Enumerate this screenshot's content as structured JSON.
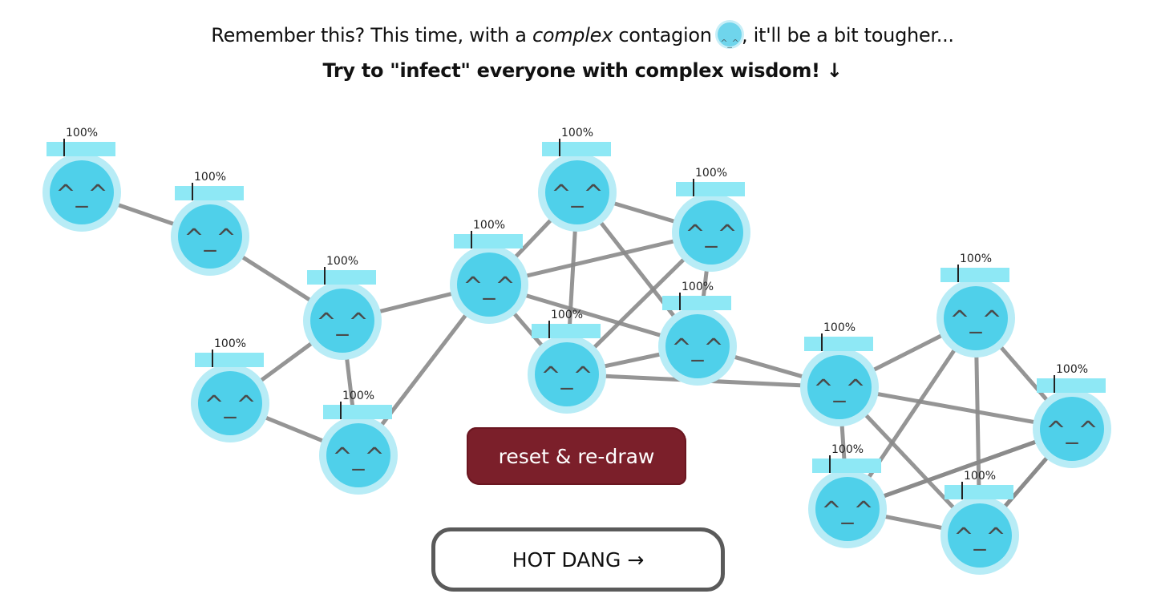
{
  "intro": {
    "line1_before": "Remember this? This time, with a ",
    "line1_emph": "complex",
    "line1_middle": " contagion ",
    "line1_after": ", it'll be a bit tougher...",
    "line2": "Try to \"infect\" everyone with complex wisdom! ↓"
  },
  "nodes": [
    {
      "id": "n1",
      "face": "^_^",
      "label": "100%",
      "infected": 1.0
    },
    {
      "id": "n2",
      "face": "^_^",
      "label": "100%",
      "infected": 1.0
    },
    {
      "id": "n3",
      "face": "^_^",
      "label": "100%",
      "infected": 1.0
    },
    {
      "id": "n4",
      "face": "^_^",
      "label": "100%",
      "infected": 1.0
    },
    {
      "id": "n5",
      "face": "^_^",
      "label": "100%",
      "infected": 1.0
    },
    {
      "id": "n6",
      "face": "^_^",
      "label": "100%",
      "infected": 1.0
    },
    {
      "id": "n7",
      "face": "^_^",
      "label": "100%",
      "infected": 1.0
    },
    {
      "id": "n8",
      "face": "^_^",
      "label": "100%",
      "infected": 1.0
    },
    {
      "id": "n9",
      "face": "^_^",
      "label": "100%",
      "infected": 1.0
    },
    {
      "id": "n10",
      "face": "^_^",
      "label": "100%",
      "infected": 1.0
    },
    {
      "id": "n11",
      "face": "^_^",
      "label": "100%",
      "infected": 1.0
    },
    {
      "id": "n12",
      "face": "^_^",
      "label": "100%",
      "infected": 1.0
    },
    {
      "id": "n13",
      "face": "^_^",
      "label": "100%",
      "infected": 1.0
    },
    {
      "id": "n14",
      "face": "^_^",
      "label": "100%",
      "infected": 1.0
    },
    {
      "id": "n15",
      "face": "^_^",
      "label": "100%",
      "infected": 1.0
    },
    {
      "id": "n16",
      "face": "^_^",
      "label": "100%",
      "infected": 1.0
    }
  ],
  "edges": [
    [
      "n1",
      "n2"
    ],
    [
      "n2",
      "n3"
    ],
    [
      "n3",
      "n4"
    ],
    [
      "n3",
      "n5"
    ],
    [
      "n4",
      "n5"
    ],
    [
      "n3",
      "n6"
    ],
    [
      "n5",
      "n6"
    ],
    [
      "n6",
      "n7"
    ],
    [
      "n6",
      "n8"
    ],
    [
      "n6",
      "n9"
    ],
    [
      "n6",
      "n10"
    ],
    [
      "n7",
      "n8"
    ],
    [
      "n7",
      "n9"
    ],
    [
      "n7",
      "n10"
    ],
    [
      "n8",
      "n9"
    ],
    [
      "n8",
      "n10"
    ],
    [
      "n9",
      "n10"
    ],
    [
      "n8",
      "n11"
    ],
    [
      "n10",
      "n11"
    ],
    [
      "n11",
      "n12"
    ],
    [
      "n11",
      "n13"
    ],
    [
      "n11",
      "n14"
    ],
    [
      "n11",
      "n15"
    ],
    [
      "n12",
      "n13"
    ],
    [
      "n12",
      "n14"
    ],
    [
      "n12",
      "n15"
    ],
    [
      "n13",
      "n14"
    ],
    [
      "n13",
      "n15"
    ],
    [
      "n14",
      "n15"
    ],
    [
      "n14",
      "n16"
    ],
    [
      "n15",
      "n16"
    ]
  ],
  "colors": {
    "node_fill": "#4fd0ea",
    "node_halo": "#b8ecf6",
    "bar_fill": "#8ee8f5",
    "edge": "#8a8a8a",
    "reset_bg": "#7b1f2a"
  },
  "buttons": {
    "reset_label": "reset & re-draw",
    "next_label": "HOT DANG →"
  }
}
